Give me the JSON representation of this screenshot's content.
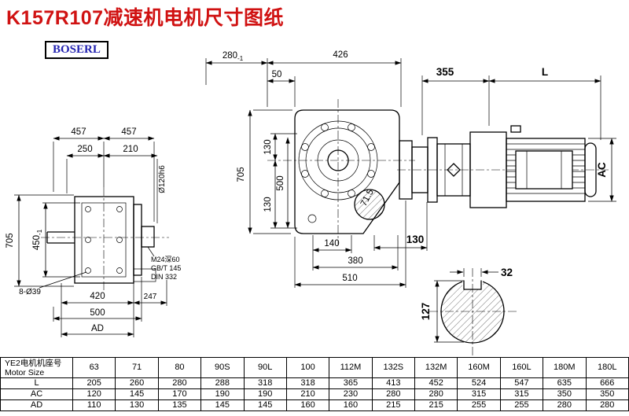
{
  "title": "K157R107减速机电机尺寸图纸",
  "brand": "BOSERL",
  "side_view": {
    "dim_280": "280",
    "dim_280_tol": "-1",
    "dim_426": "426",
    "dim_50": "50",
    "dim_355": "355",
    "dim_motor_length": "L",
    "dim_705": "705",
    "dim_130_upper": "130",
    "dim_500": "500",
    "dim_130_lower": "130",
    "dim_71_5": "71.5",
    "dim_140": "140",
    "dim_130_right": "130",
    "dim_380": "380",
    "dim_510": "510",
    "dim_motor_diameter": "AC"
  },
  "front_view": {
    "dim_457_left": "457",
    "dim_457_right": "457",
    "dim_250": "250",
    "dim_210": "210",
    "dim_shaft_diameter": "Ø120h6",
    "dim_705": "705",
    "dim_450": "450",
    "dim_450_tol": "-1",
    "dim_bolt_holes": "8-Ø39",
    "dim_420": "420",
    "dim_247": "247",
    "dim_500": "500",
    "dim_AD": "AD",
    "note_thread": "M24深60",
    "note_standard": "GB/T 145",
    "note_din": "DIN 332"
  },
  "shaft_view": {
    "dim_keyway_width": "32",
    "dim_shaft_diameter": "127"
  },
  "table": {
    "header_cn": "YE2电机机座号",
    "header_en": "Motor Size",
    "sizes": [
      "63",
      "71",
      "80",
      "90S",
      "90L",
      "100",
      "112M",
      "132S",
      "132M",
      "160M",
      "160L",
      "180M",
      "180L"
    ],
    "rows": [
      {
        "label": "L",
        "values": [
          "205",
          "260",
          "280",
          "288",
          "318",
          "318",
          "365",
          "413",
          "452",
          "524",
          "547",
          "635",
          "666"
        ]
      },
      {
        "label": "AC",
        "values": [
          "120",
          "145",
          "170",
          "190",
          "190",
          "210",
          "230",
          "280",
          "280",
          "315",
          "315",
          "350",
          "350"
        ]
      },
      {
        "label": "AD",
        "values": [
          "110",
          "130",
          "135",
          "145",
          "145",
          "160",
          "160",
          "215",
          "215",
          "255",
          "255",
          "280",
          "280"
        ]
      }
    ]
  }
}
